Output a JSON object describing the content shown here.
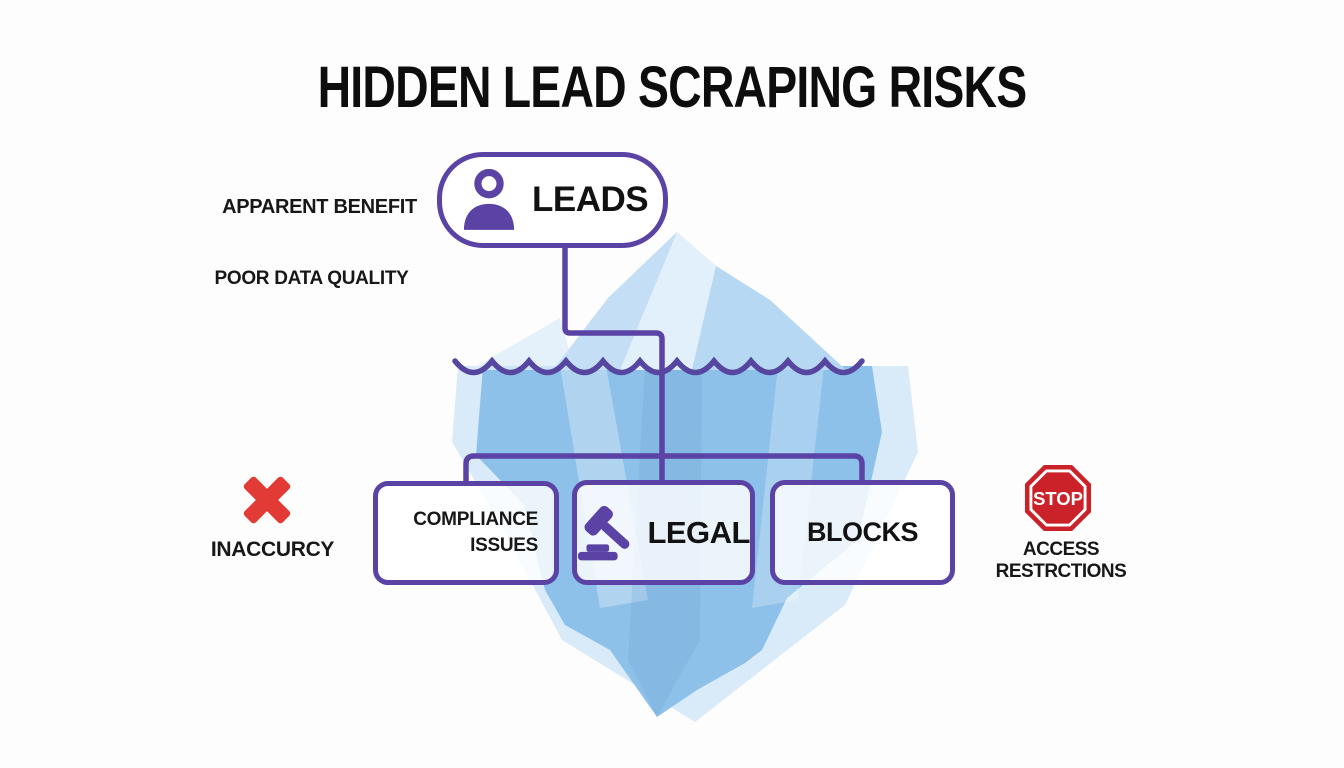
{
  "title": "HIDDEN LEAD SCRAPING RISKS",
  "colors": {
    "accent_purple": "#5b43a6",
    "iceberg_above_water": "#cde5f7",
    "iceberg_below_water": "#8ec1ea",
    "error_red": "#e23a34",
    "stop_sign_red": "#cb2229",
    "text_black": "#141414"
  },
  "above_water": {
    "benefit_label": "APPARENT BENEFIT",
    "data_quality_label": "POOR DATA QUALITY",
    "leads_box": {
      "label": "LEADS",
      "icon": "person-icon"
    }
  },
  "below_water": {
    "inaccuracy": {
      "icon": "x-mark-icon",
      "label": "INACCURCY"
    },
    "compliance_box": {
      "lines": [
        "COMPLIANCE",
        "ISSUES"
      ]
    },
    "legal_box": {
      "icon": "gavel-icon",
      "label": "LEGAL"
    },
    "blocks_box": {
      "label": "BLOCKS"
    },
    "access": {
      "icon": "stop-sign-icon",
      "stop_text": "STOP",
      "label": "ACCESS RESTRCTIONS"
    }
  }
}
